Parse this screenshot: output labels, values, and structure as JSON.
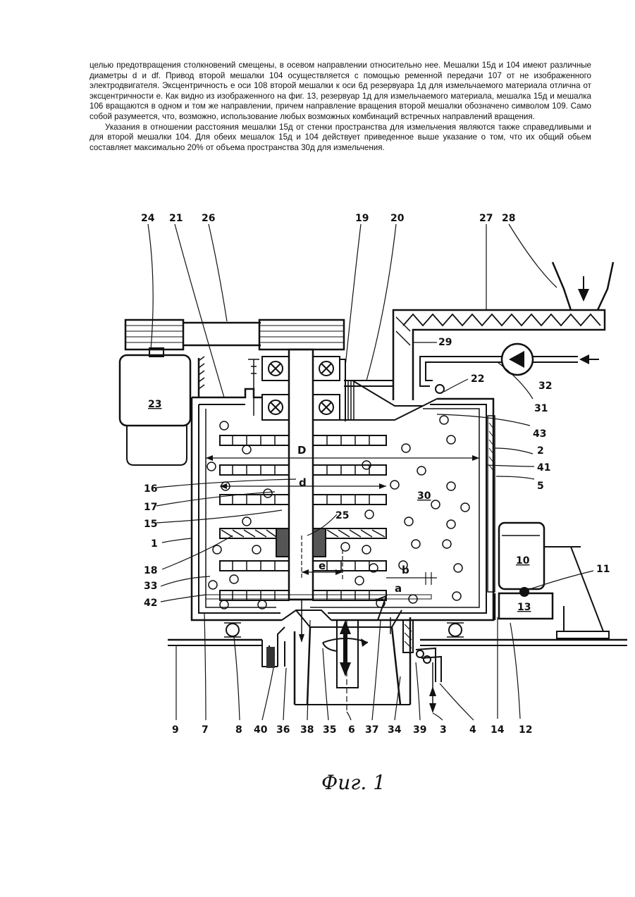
{
  "paragraphs": [
    "целью предотвращения столкновений смещены, в осевом направлении относительно нее. Мешалки 15д и 104 имеют различные диаметры d и df. Привод второй мешалки 104 осуществляется с помощью ременной передачи 107 от не изображенного электродвигателя. Эксцентричность e оси 108 второй мешалки к оси 6д резервуара 1д для измельчаемого материала отлична от эксцентричности e. Как видно из изображенного на фиг. 13, резервуар 1д для измельчаемого материала, мешалка 15д и мешалка 106 вращаются в одном и том же направлении, причем направление вращения второй мешалки обозначено символом 109. Само собой разумеется, что, возможно, использование любых возможных комбинаций встречных направлений вращения.",
    "Указания в отношении расстояния мешалки 15д от стенки пространства для измельчения являются также справедливыми и для второй мешалки 104. Для обеих мешалок 15д и 104 действует приведенное выше указание о том, что их общий обьем составляет максимально 20% от объема пространства 30д для измельчения."
  ],
  "figure": {
    "caption": "Фиг. 1",
    "labels": {
      "l24": "24",
      "l21": "21",
      "l26": "26",
      "l19": "19",
      "l20": "20",
      "l27": "27",
      "l28": "28",
      "l29": "29",
      "l22": "22",
      "l32": "32",
      "l31": "31",
      "l43": "43",
      "l2": "2",
      "l41": "41",
      "l5": "5",
      "l23": "23",
      "l16": "16",
      "l17": "17",
      "l15": "15",
      "l1": "1",
      "l18": "18",
      "l33": "33",
      "l42": "42",
      "l30": "30",
      "l25": "25",
      "l10": "10",
      "l11": "11",
      "l13": "13",
      "l12": "12",
      "l14": "14",
      "l9": "9",
      "l7": "7",
      "l8": "8",
      "l40": "40",
      "l36": "36",
      "l38": "38",
      "l35": "35",
      "l6": "6",
      "l37": "37",
      "l34": "34",
      "l39": "39",
      "l3": "3",
      "l4": "4",
      "dimD": "D",
      "dimd": "d",
      "dime": "e",
      "dimb": "b",
      "dima": "a"
    }
  }
}
